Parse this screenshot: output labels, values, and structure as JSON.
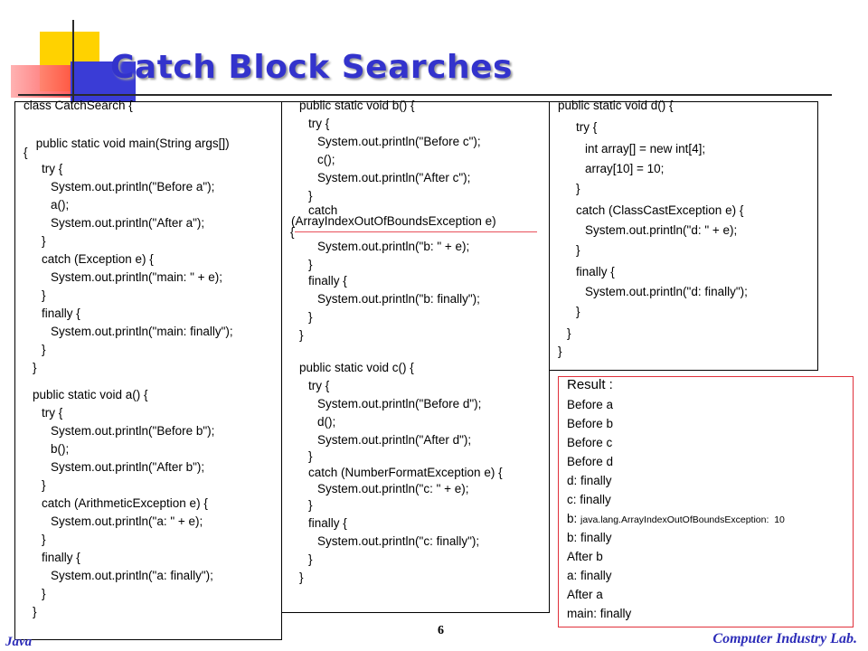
{
  "slide": {
    "title": "Catch Block Searches",
    "page_number": "6",
    "footer_left": "Java",
    "footer_right": "Computer Industry Lab."
  },
  "colors": {
    "title": "#3333cc",
    "footer": "#2c2cb8",
    "result_border": "#e0303a",
    "accent_yellow": "#ffd200",
    "accent_red": "#ff3a3a",
    "accent_blue": "#3a3cd6"
  },
  "code_left": [
    "class CatchSearch {",
    " public static void main(String args[])",
    "{",
    "try {",
    "System.out.println(\"Before a\");",
    "a();",
    "System.out.println(\"After a\");",
    "}",
    "catch (Exception e) {",
    "System.out.println(\"main: \" + e);",
    "}",
    "finally {",
    "System.out.println(\"main: finally\");",
    "}",
    "}",
    "public static void a() {",
    "try {",
    "System.out.println(\"Before b\");",
    "b();",
    "System.out.println(\"After b\");",
    "}",
    "catch (ArithmeticException e) {",
    "System.out.println(\"a: \" + e);",
    "}",
    "finally {",
    "System.out.println(\"a: finally\");",
    "}",
    "}"
  ],
  "code_mid": [
    "public static void b() {",
    "try {",
    "System.out.println(\"Before c\");",
    "c();",
    "System.out.println(\"After c\");",
    "}",
    "catch",
    "(ArrayIndexOutOfBoundsException e)",
    "{",
    "System.out.println(\"b: \" + e);",
    "}",
    "finally {",
    "System.out.println(\"b: finally\");",
    "}",
    "}",
    "public static void c() {",
    "try {",
    "System.out.println(\"Before d\");",
    "d();",
    "System.out.println(\"After d\");",
    "}",
    "catch (NumberFormatException e) {",
    "System.out.println(\"c: \" + e);",
    "}",
    "finally {",
    "System.out.println(\"c: finally\");",
    "}",
    "}"
  ],
  "code_right": [
    "public static void d() {",
    "try {",
    "int array[] = new int[4];",
    "array[10] = 10;",
    "}",
    "catch (ClassCastException e) {",
    "System.out.println(\"d: \" + e);",
    "}",
    "finally {",
    "System.out.println(\"d: finally\");",
    "}",
    "}",
    "}"
  ],
  "result": {
    "title": "Result :",
    "lines": [
      "Before a",
      "Before b",
      "Before c",
      "Before d",
      "d: finally",
      "c: finally",
      "b: ",
      "b: finally",
      "After b",
      "a: finally",
      "After a",
      "main: finally"
    ],
    "exception_text": "java.lang.ArrayIndexOutOfBoundsException:  10"
  }
}
